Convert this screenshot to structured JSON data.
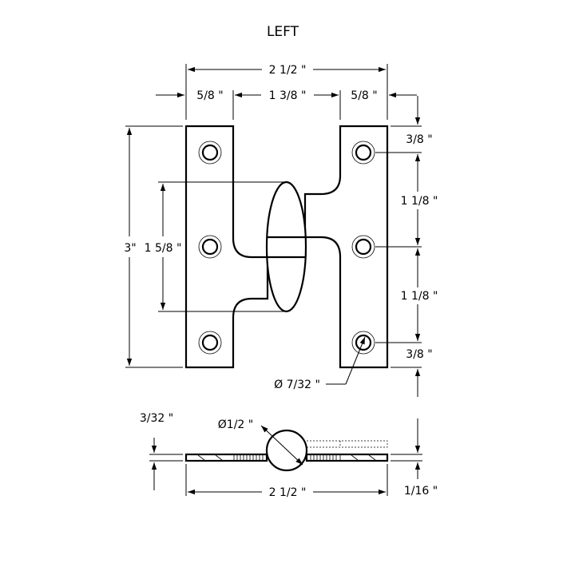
{
  "view_title": "LEFT",
  "dims": {
    "overall_width": "2 1/2 \"",
    "leaf_left_width": "5/8 \"",
    "gap_width": "1 3/8 \"",
    "leaf_right_width": "5/8 \"",
    "top_margin": "3/8 \"",
    "upper_spacing": "1 1/8 \"",
    "lower_spacing": "1 1/8 \"",
    "bottom_margin": "3/8 \"",
    "overall_height": "3\"",
    "knuckle_height": "1 5/8 \"",
    "hole_diameter": "Ø 7/32 \"",
    "side_height": "3/32 \"",
    "knuckle_diameter": "Ø1/2 \"",
    "side_width": "2 1/2 \"",
    "leaf_thickness": "1/16 \""
  }
}
